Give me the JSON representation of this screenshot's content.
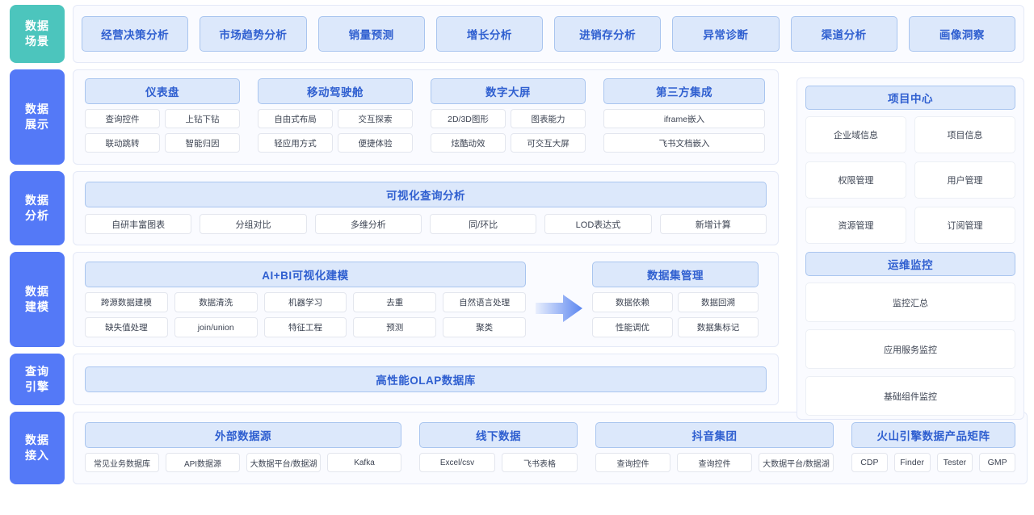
{
  "rows": {
    "scene": {
      "label_line1": "数据",
      "label_line2": "场景",
      "chips": [
        "经营决策分析",
        "市场趋势分析",
        "销量预测",
        "增长分析",
        "进销存分析",
        "异常诊断",
        "渠道分析",
        "画像洞察"
      ]
    },
    "display": {
      "label_line1": "数据",
      "label_line2": "展示",
      "groups": [
        {
          "title": "仪表盘",
          "items": [
            "查询控件",
            "上钻下钻",
            "联动跳转",
            "智能归因"
          ]
        },
        {
          "title": "移动驾驶舱",
          "items": [
            "自由式布局",
            "交互探索",
            "轻应用方式",
            "便捷体验"
          ]
        },
        {
          "title": "数字大屏",
          "items": [
            "2D/3D图形",
            "图表能力",
            "炫酷动效",
            "可交互大屏"
          ]
        },
        {
          "title": "第三方集成",
          "items": [
            "iframe嵌入",
            "飞书文档嵌入"
          ]
        }
      ]
    },
    "analysis": {
      "label_line1": "数据",
      "label_line2": "分析",
      "title": "可视化查询分析",
      "items": [
        "自研丰富图表",
        "分组对比",
        "多维分析",
        "同/环比",
        "LOD表达式",
        "新增计算"
      ]
    },
    "modeling": {
      "label_line1": "数据",
      "label_line2": "建模",
      "left": {
        "title": "AI+BI可视化建模",
        "row1": [
          "跨源数据建模",
          "数据清洗",
          "机器学习",
          "去重",
          "自然语言处理"
        ],
        "row2": [
          "缺失值处理",
          "join/union",
          "特征工程",
          "预测",
          "聚类"
        ]
      },
      "arrow_icon": "arrow-right-icon",
      "right": {
        "title": "数据集管理",
        "items": [
          "数据依赖",
          "数据回溯",
          "性能调优",
          "数据集标记"
        ]
      }
    },
    "engine": {
      "label_line1": "查询",
      "label_line2": "引擎",
      "title": "高性能OLAP数据库"
    },
    "ingestion": {
      "label_line1": "数据",
      "label_line2": "接入",
      "groups": [
        {
          "title": "外部数据源",
          "items": [
            "常见业务数据库",
            "API数据源",
            "大数据平台/数据湖",
            "Kafka"
          ]
        },
        {
          "title": "线下数据",
          "items": [
            "Excel/csv",
            "飞书表格"
          ]
        },
        {
          "title": "抖音集团",
          "items": [
            "查询控件",
            "查询控件",
            "大数据平台/数据湖"
          ]
        },
        {
          "title": "火山引擎数据产品矩阵",
          "items": [
            "CDP",
            "Finder",
            "Tester",
            "GMP"
          ]
        }
      ]
    }
  },
  "side_panel": {
    "blocks": [
      {
        "title": "项目中心",
        "layout": "grid2",
        "items": [
          "企业域信息",
          "项目信息",
          "权限管理",
          "用户管理",
          "资源管理",
          "订阅管理"
        ]
      },
      {
        "title": "运维监控",
        "layout": "grid1",
        "items": [
          "监控汇总",
          "应用服务监控",
          "基础组件监控"
        ]
      }
    ]
  },
  "colors": {
    "label_teal": "#4cc5bd",
    "label_blue": "#5479f7",
    "pill_fill": "#dce8fb",
    "pill_border": "#a9c5ef",
    "pill_text": "#2f5fd0",
    "panel_bg": "#fafbff",
    "panel_border": "#e4e9f7",
    "chip_border": "#e3e6ee",
    "chip_text": "#3d4453",
    "arrow_gradient_from": "#e8eefc",
    "arrow_gradient_to": "#5b86f0"
  }
}
